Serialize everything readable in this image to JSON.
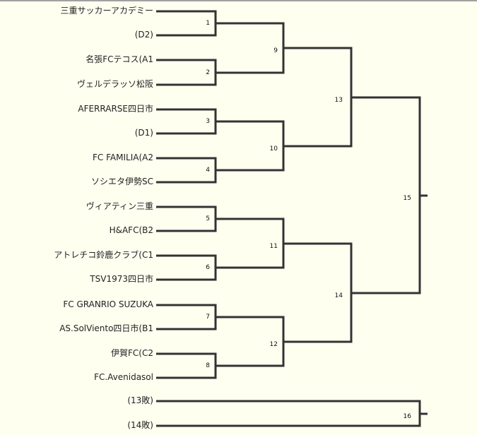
{
  "bracket": {
    "teams": [
      "三重サッカーアカデミー",
      "(D2)",
      "名張FCテコス(A1",
      "ヴェルデラッソ松阪",
      "AFERRARSE四日市",
      "(D1)",
      "FC FAMILIA(A2",
      "ソシエタ伊勢SC",
      "ヴィアティン三重",
      "H&AFC(B2",
      "アトレチコ鈴鹿クラブ(C1",
      "TSV1973四日市",
      "FC GRANRIO SUZUKA",
      "AS.SolViento四日市(B1",
      "伊賀FC(C2",
      "FC.Avenidasol"
    ],
    "third_place_teams": [
      "(13敗)",
      "(14敗)"
    ],
    "matches": {
      "round1": [
        "1",
        "2",
        "3",
        "4",
        "5",
        "6",
        "7",
        "8"
      ],
      "round2": [
        "9",
        "10",
        "11",
        "12"
      ],
      "semifinal": [
        "13",
        "14"
      ],
      "final": "15",
      "third_place": "16"
    },
    "line_color": "#333333",
    "background_color": "#fffff0"
  }
}
